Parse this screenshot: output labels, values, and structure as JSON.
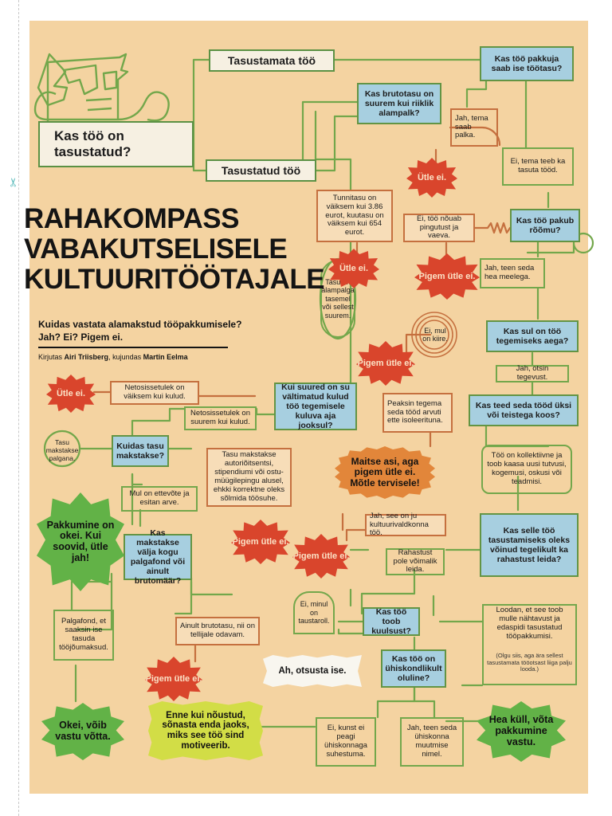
{
  "title_lines": [
    "RAHAKOMPASS",
    "VABAKUTSELISELE",
    "KULTUURITÖÖTAJALE"
  ],
  "lede_lines": [
    "Kuidas vastata alamakstud tööpakkumisele?",
    "Jah? Ei? Pigem ei."
  ],
  "byline": {
    "lead": "Kirjutas",
    "author": "Airi Triisberg",
    "mid": ", kujundas",
    "designer": "Martin Eelma"
  },
  "colors": {
    "background": "#f4d3a1",
    "question_box": "#a7cfe0",
    "line_green": "#73a74b",
    "line_orange": "#c5703f",
    "burst_red": "#d9452c",
    "burst_green": "#62b247",
    "burst_orange": "#e2863a",
    "burst_lime": "#d2dd46"
  },
  "icons": {
    "mascot": "face-mascot-icon",
    "scissors": "scissors-icon",
    "spring": "spring-zigzag-icon",
    "target": "concentric-circles-icon"
  },
  "nodes": {
    "start": "Kas töö on tasustatud?",
    "unpaid": "Tasustamata töö",
    "paid": "Tasustatud töö",
    "q_self_pay": "Kas töö pakkuja saab ise töötasu?",
    "yes_salary": "Jah, tema saab palka.",
    "no_free": "Ei, tema teeb ka tasuta tööd.",
    "q_gross": "Kas brutotasu on suurem kui riiklik alampalk?",
    "hourly_less": "Tunnitasu on väiksem kui 3.86 eurot, kuutasu on väiksem kui 654 eurot.",
    "min_level": "Tasu on alampalga tasemel või sellest suurem.",
    "q_joy": "Kas töö pakub rõõmu?",
    "no_stress": "Ei, töö nõuab pingutust ja vaeva.",
    "yes_gladly": "Jah, teen seda hea meelega.",
    "q_time": "Kas sul on töö tegemiseks aega?",
    "no_busy": "Ei, mul on kiire.",
    "yes_looking": "Jah, otsin tegevust.",
    "q_costs": "Kui suured on su vältimatud kulud töö tegemisele kuluva aja jooksul?",
    "net_less": "Netosissetulek on väiksem kui kulud.",
    "net_more": "Netosissetulek on suurem kui kulud.",
    "q_alone": "Kas teed seda tööd üksi või teistega koos?",
    "alone_isolated": "Peaksin tegema seda tööd arvuti ette isoleerituna.",
    "collective": "Töö on kollektiivne ja toob kaasa uusi tutvusi, kogemusi, oskusi või teadmisi.",
    "q_how_paid": "Kuidas tasu makstakse?",
    "salary_paid": "Tasu makstakse palgana.",
    "fee_contract": "Tasu makstakse autoriõitsentsi, stipendiumi või ostu-müügilepingu alusel, ehkki korrektne oleks sõlmida töösuhe.",
    "have_company": "Mul on ettevõte ja esitan arve.",
    "q_payroll": "Kas makstakse välja kogu palgafond või ainult brutomäär?",
    "payroll_fund": "Palgafond, et saaksin ise tasuda tööjõumaksud.",
    "only_gross": "Ainult brutotasu, nii on tellijale odavam.",
    "yes_culture": "Jah, see on ju kultuurivaldkonna töö.",
    "q_funding": "Kas selle töö tasustamiseks oleks võinud tegelikult ka rahastust leida?",
    "no_funding": "Rahastust pole võimalik leida.",
    "q_fame": "Kas töö toob kuulsust?",
    "no_background": "Ei, minul on taustaroll.",
    "hope_visibility": "Loodan, et see toob mulle nähtavust ja edaspidi tasustatud tööpakkumisi.",
    "hope_note": "(Olgu siis, aga ära sellest tasustamata tööotsast liiga palju looda.)",
    "q_social": "Kas töö on ühiskondlikult oluline?",
    "no_society": "Ei, kunst ei peagi ühiskonnaga suhestuma.",
    "yes_society": "Jah, teen seda ühiskonna muutmise nimel."
  },
  "bursts": {
    "say_no_1": "Ütle ei.",
    "say_no_2": "Ütle ei.",
    "say_no_3": "Ütle ei.",
    "rather_no_1": "Pigem ütle ei.",
    "rather_no_2": "Pigem ütle ei.",
    "rather_no_3": "Pigem ütle ei.",
    "rather_no_4": "Pigem ütle ei.",
    "rather_no_5": "Pigem ütle ei.",
    "offer_ok": "Pakkumine on okei. Kui soovid, ütle jah!",
    "taste": "Maitse asi, aga pigem ütle ei. Mõtle tervisele!",
    "ok_accept": "Okei, võib vastu võtta.",
    "fine_accept": "Hea küll, võta pakkumine vastu.",
    "motivation": "Enne kui nõustud, sõnasta enda jaoks, miks see töö sind motiveerib.",
    "decide": "Ah, otsusta ise."
  }
}
